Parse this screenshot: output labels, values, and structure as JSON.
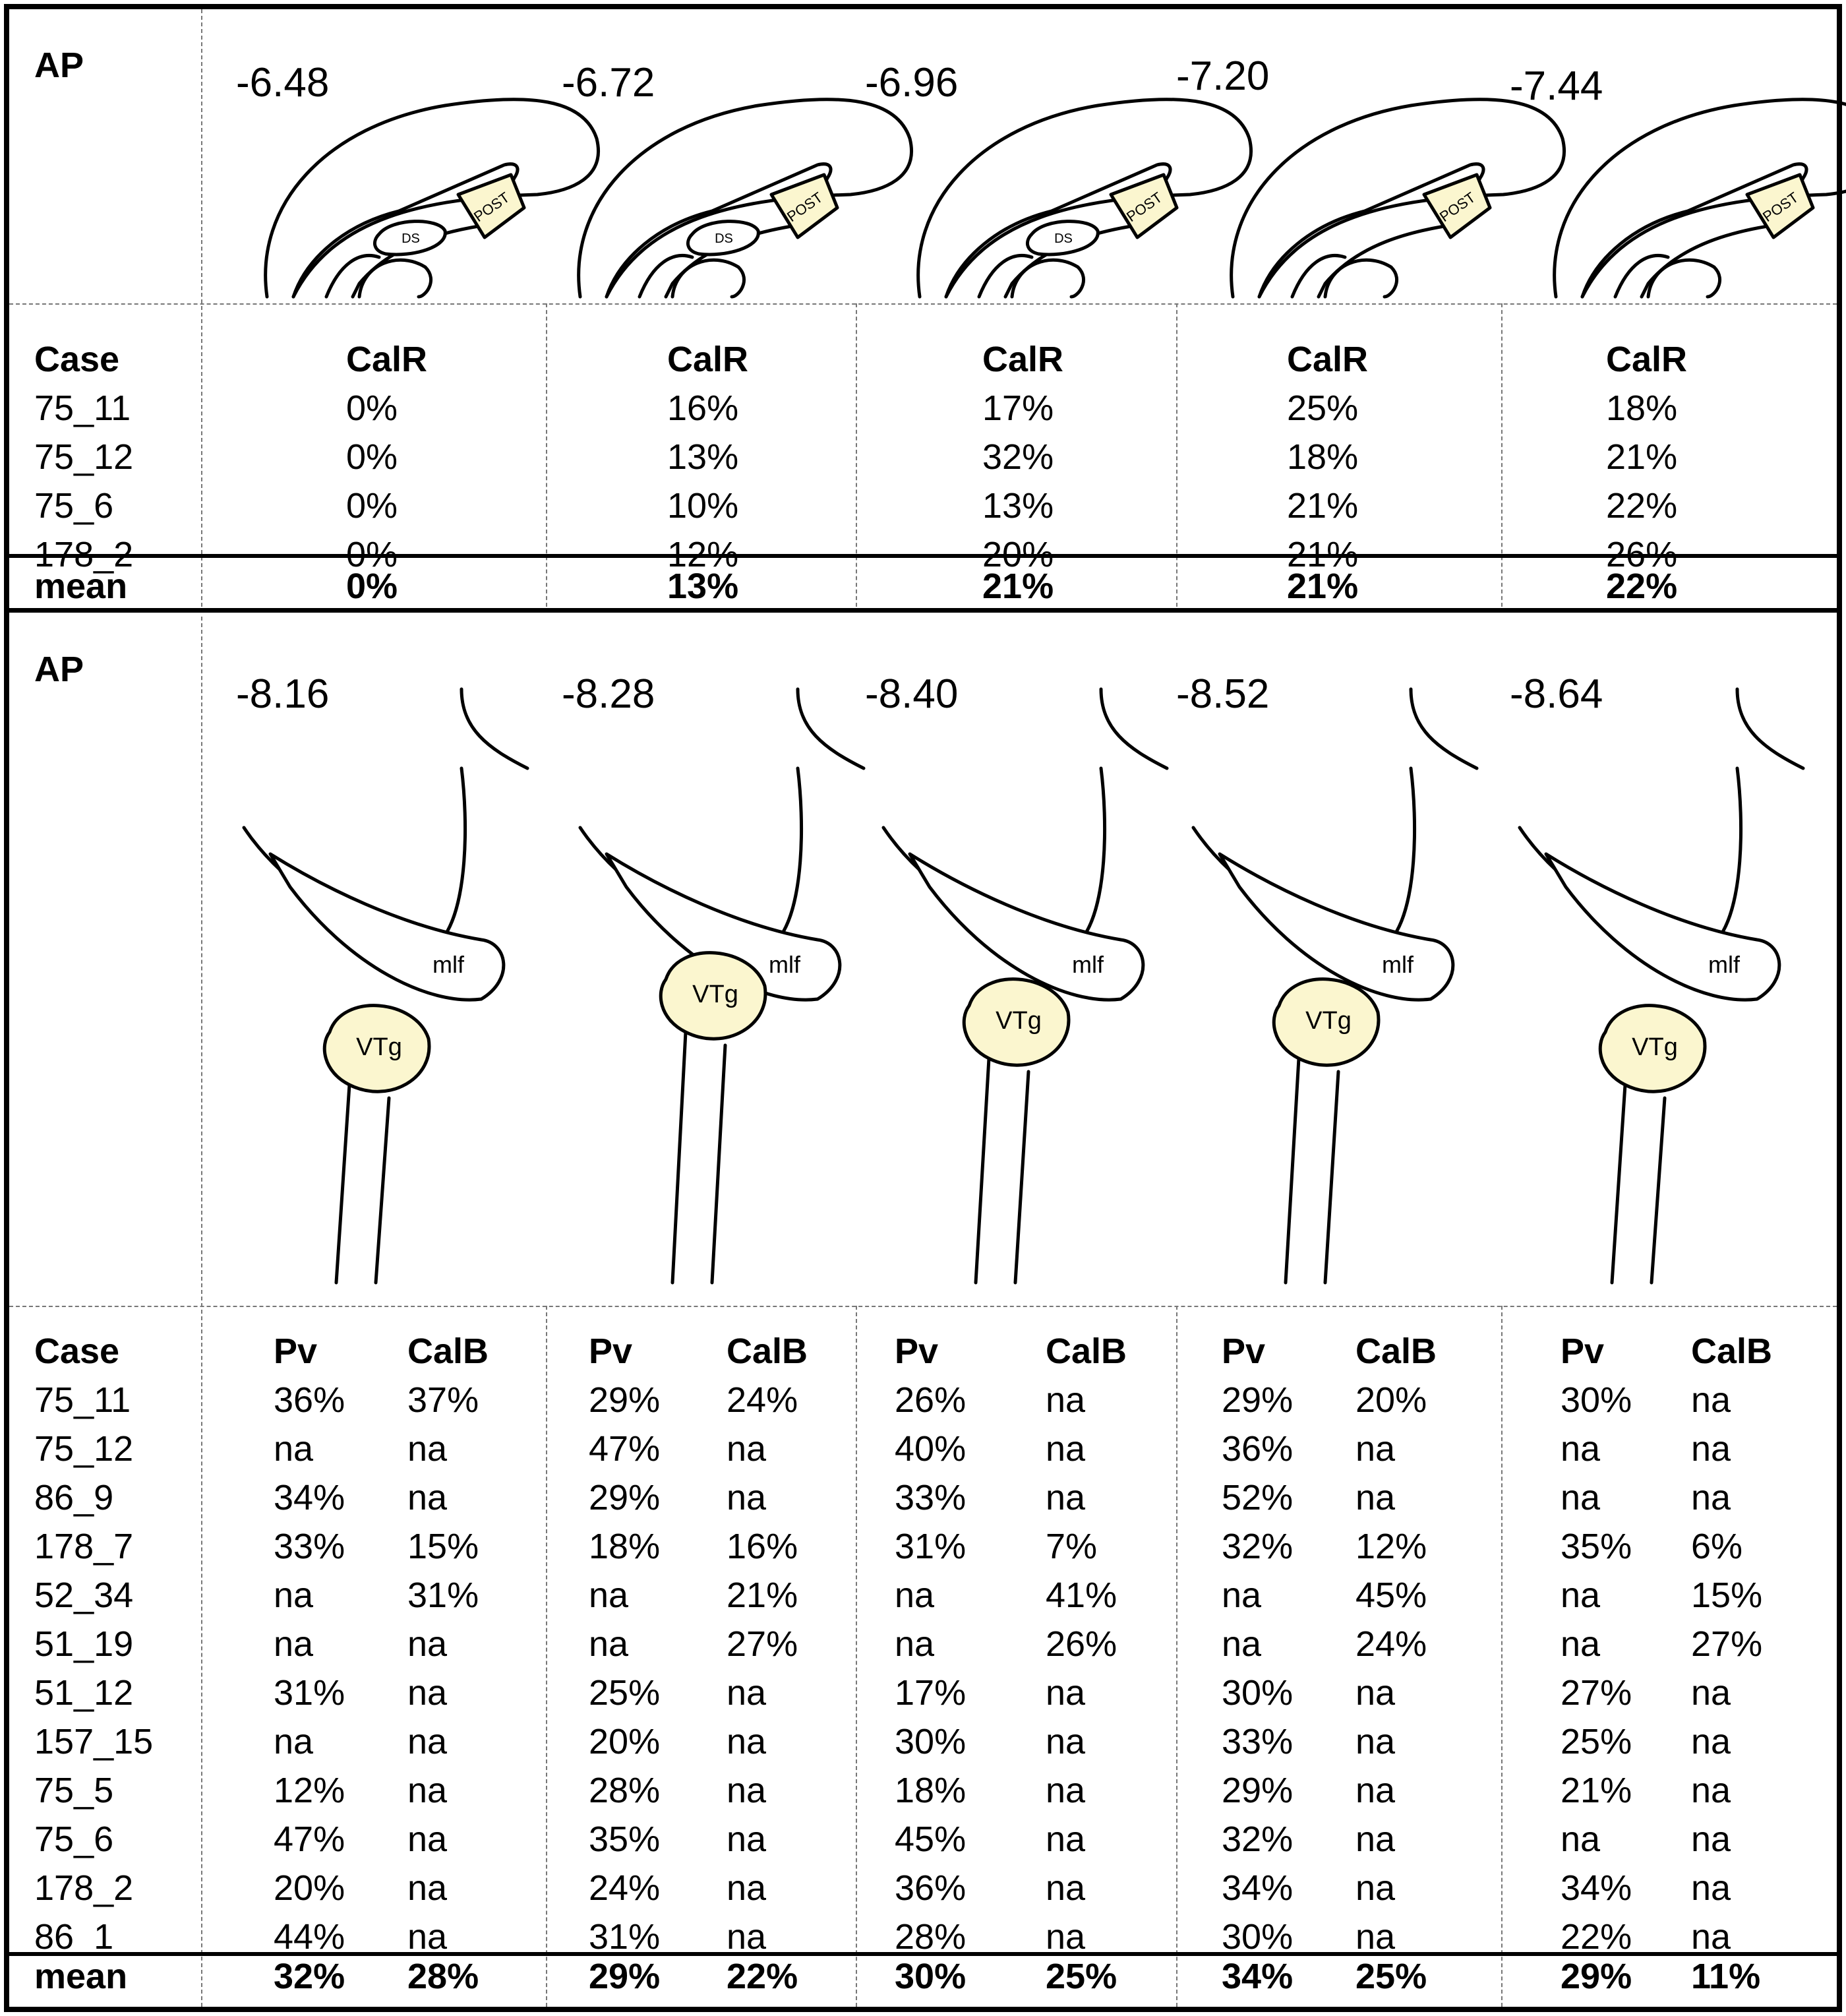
{
  "top": {
    "ap_label": "AP",
    "ap_values": [
      "-6.48",
      "-6.72",
      "-6.96",
      "-7.20",
      "-7.44"
    ],
    "region_labels": {
      "ds": "DS",
      "post": "POST"
    },
    "case_header": "Case",
    "marker": "CalR",
    "rows": [
      {
        "case": "75_11",
        "values": [
          "0%",
          "16%",
          "17%",
          "25%",
          "18%"
        ]
      },
      {
        "case": "75_12",
        "values": [
          "0%",
          "13%",
          "32%",
          "18%",
          "21%"
        ]
      },
      {
        "case": "75_6",
        "values": [
          "0%",
          "10%",
          "13%",
          "21%",
          "22%"
        ]
      },
      {
        "case": "178_2",
        "values": [
          "0%",
          "12%",
          "20%",
          "21%",
          "26%"
        ]
      }
    ],
    "mean": {
      "label": "mean",
      "values": [
        "0%",
        "13%",
        "21%",
        "21%",
        "22%"
      ]
    }
  },
  "bottom": {
    "ap_label": "AP",
    "ap_values": [
      "-8.16",
      "-8.28",
      "-8.40",
      "-8.52",
      "-8.64"
    ],
    "region_labels": {
      "mlf": "mlf",
      "vtg": "VTg"
    },
    "case_header": "Case",
    "markers": [
      "Pv",
      "CalB"
    ],
    "rows": [
      {
        "case": "75_11",
        "values": [
          [
            "36%",
            "37%"
          ],
          [
            "29%",
            "24%"
          ],
          [
            "26%",
            "na"
          ],
          [
            "29%",
            "20%"
          ],
          [
            "30%",
            "na"
          ]
        ]
      },
      {
        "case": "75_12",
        "values": [
          [
            "na",
            "na"
          ],
          [
            "47%",
            "na"
          ],
          [
            "40%",
            "na"
          ],
          [
            "36%",
            "na"
          ],
          [
            "na",
            "na"
          ]
        ]
      },
      {
        "case": "86_9",
        "values": [
          [
            "34%",
            "na"
          ],
          [
            "29%",
            "na"
          ],
          [
            "33%",
            "na"
          ],
          [
            "52%",
            "na"
          ],
          [
            "na",
            "na"
          ]
        ]
      },
      {
        "case": "178_7",
        "values": [
          [
            "33%",
            "15%"
          ],
          [
            "18%",
            "16%"
          ],
          [
            "31%",
            "7%"
          ],
          [
            "32%",
            "12%"
          ],
          [
            "35%",
            "6%"
          ]
        ]
      },
      {
        "case": "52_34",
        "values": [
          [
            "na",
            "31%"
          ],
          [
            "na",
            "21%"
          ],
          [
            "na",
            "41%"
          ],
          [
            "na",
            "45%"
          ],
          [
            "na",
            "15%"
          ]
        ]
      },
      {
        "case": "51_19",
        "values": [
          [
            "na",
            "na"
          ],
          [
            "na",
            "27%"
          ],
          [
            "na",
            "26%"
          ],
          [
            "na",
            "24%"
          ],
          [
            "na",
            "27%"
          ]
        ]
      },
      {
        "case": "51_12",
        "values": [
          [
            "31%",
            "na"
          ],
          [
            "25%",
            "na"
          ],
          [
            "17%",
            "na"
          ],
          [
            "30%",
            "na"
          ],
          [
            "27%",
            "na"
          ]
        ]
      },
      {
        "case": "157_15",
        "values": [
          [
            "na",
            "na"
          ],
          [
            "20%",
            "na"
          ],
          [
            "30%",
            "na"
          ],
          [
            "33%",
            "na"
          ],
          [
            "25%",
            "na"
          ]
        ]
      },
      {
        "case": "75_5",
        "values": [
          [
            "12%",
            "na"
          ],
          [
            "28%",
            "na"
          ],
          [
            "18%",
            "na"
          ],
          [
            "29%",
            "na"
          ],
          [
            "21%",
            "na"
          ]
        ]
      },
      {
        "case": "75_6",
        "values": [
          [
            "47%",
            "na"
          ],
          [
            "35%",
            "na"
          ],
          [
            "45%",
            "na"
          ],
          [
            "32%",
            "na"
          ],
          [
            "na",
            "na"
          ]
        ]
      },
      {
        "case": "178_2",
        "values": [
          [
            "20%",
            "na"
          ],
          [
            "24%",
            "na"
          ],
          [
            "36%",
            "na"
          ],
          [
            "34%",
            "na"
          ],
          [
            "34%",
            "na"
          ]
        ]
      },
      {
        "case": "86_1",
        "values": [
          [
            "44%",
            "na"
          ],
          [
            "31%",
            "na"
          ],
          [
            "28%",
            "na"
          ],
          [
            "30%",
            "na"
          ],
          [
            "22%",
            "na"
          ]
        ]
      }
    ],
    "mean": {
      "label": "mean",
      "values": [
        [
          "32%",
          "28%"
        ],
        [
          "29%",
          "22%"
        ],
        [
          "30%",
          "25%"
        ],
        [
          "34%",
          "25%"
        ],
        [
          "29%",
          "11%"
        ]
      ]
    }
  },
  "colors": {
    "highlight_fill": "#fbf6cf",
    "stroke": "#000000",
    "grid": "#777777"
  }
}
